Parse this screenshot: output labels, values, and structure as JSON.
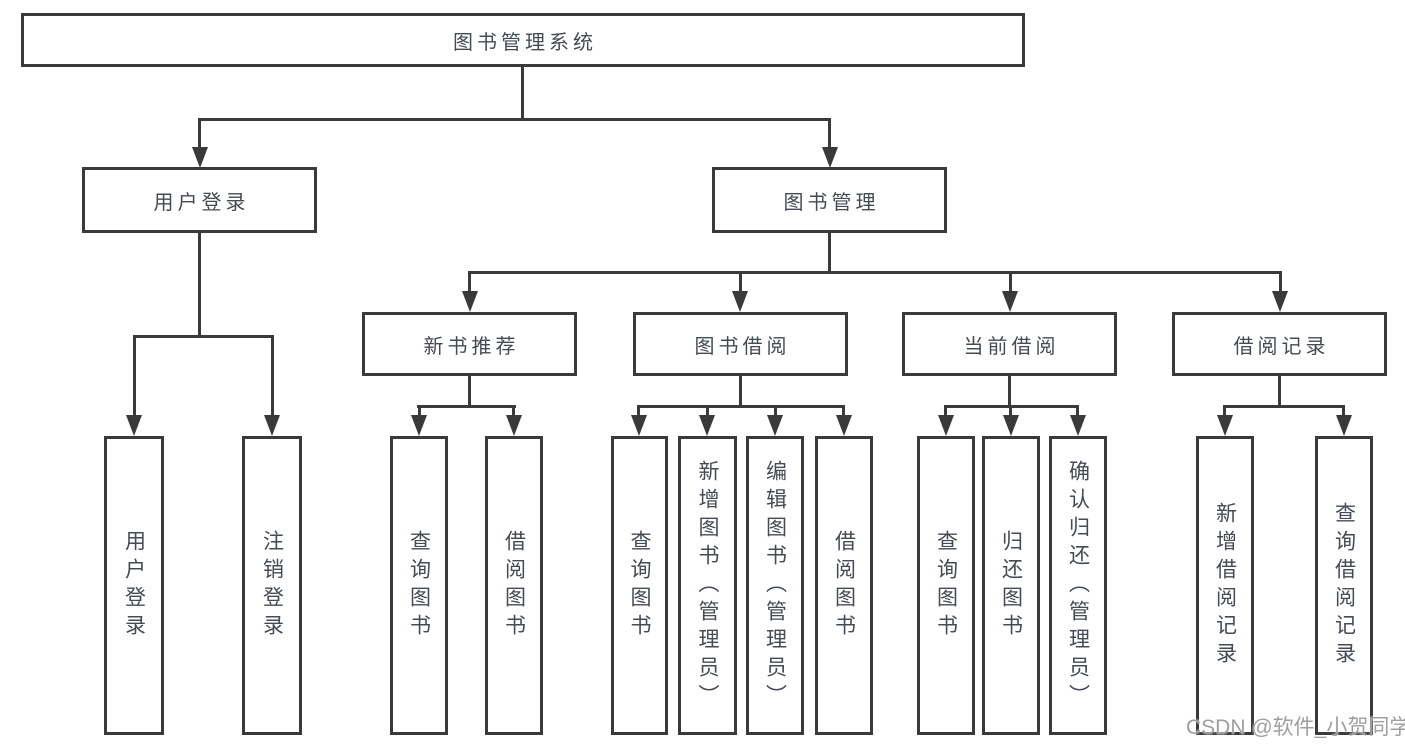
{
  "palette": {
    "line_color": "#3a3a3a",
    "text_color": "#454b54",
    "watermark_color": "#9f9f9f",
    "background": "#ffffff"
  },
  "tree": {
    "root": "图书管理系统",
    "user_login": "用户登录",
    "book_mgmt": "图书管理",
    "new_books": "新书推荐",
    "book_borrow": "图书借阅",
    "current_borrow": "当前借阅",
    "borrow_records": "借阅记录",
    "leaves": {
      "user_login_leaf": "用户登录",
      "logout": "注销登录",
      "nb_query": "查询图书",
      "nb_borrow": "借阅图书",
      "bb_query": "查询图书",
      "bb_add": "新增图书（管理员）",
      "bb_edit": "编辑图书（管理员）",
      "bb_borrow": "借阅图书",
      "cb_query": "查询图书",
      "cb_return": "归还图书",
      "cb_confirm": "确认归还（管理员）",
      "br_add": "新增借阅记录",
      "br_query": "查询借阅记录"
    }
  },
  "watermark": "CSDN @软件_小贺同学"
}
